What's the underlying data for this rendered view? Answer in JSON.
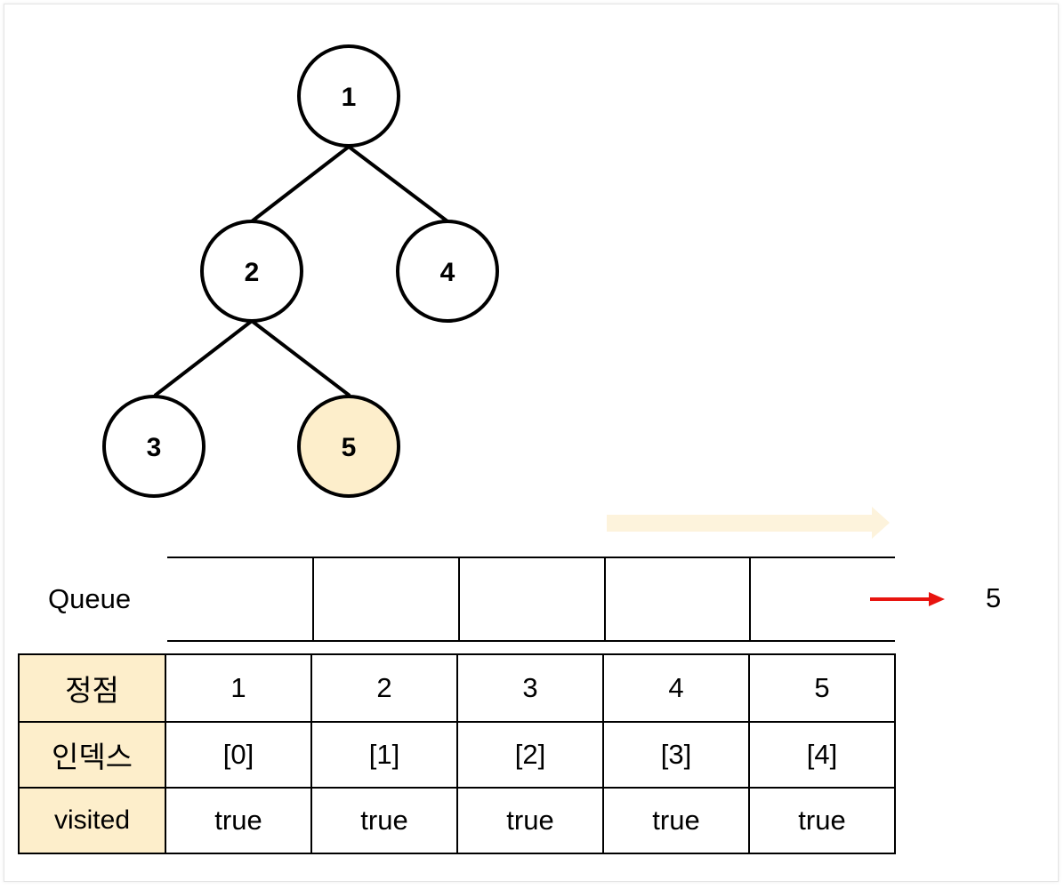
{
  "tree": {
    "nodes": [
      {
        "id": "1",
        "label": "1",
        "highlighted": false
      },
      {
        "id": "2",
        "label": "2",
        "highlighted": false
      },
      {
        "id": "4",
        "label": "4",
        "highlighted": false
      },
      {
        "id": "3",
        "label": "3",
        "highlighted": false
      },
      {
        "id": "5",
        "label": "5",
        "highlighted": true
      }
    ],
    "edges": [
      [
        "1",
        "2"
      ],
      [
        "1",
        "4"
      ],
      [
        "2",
        "3"
      ],
      [
        "2",
        "5"
      ]
    ],
    "highlight_color": "#fdeecb"
  },
  "queue": {
    "label": "Queue",
    "slots": [
      "",
      "",
      "",
      "",
      ""
    ],
    "dequeued_value": "5",
    "dequeue_arrow_color": "#e8140f",
    "flow_arrow_color": "#fdf3dc"
  },
  "table": {
    "rows": [
      {
        "header": "정점",
        "cells": [
          "1",
          "2",
          "3",
          "4",
          "5"
        ]
      },
      {
        "header": "인덱스",
        "cells": [
          "[0]",
          "[1]",
          "[2]",
          "[3]",
          "[4]"
        ]
      },
      {
        "header": "visited",
        "cells": [
          "true",
          "true",
          "true",
          "true",
          "true"
        ]
      }
    ],
    "header_color": "#fdeecb"
  }
}
